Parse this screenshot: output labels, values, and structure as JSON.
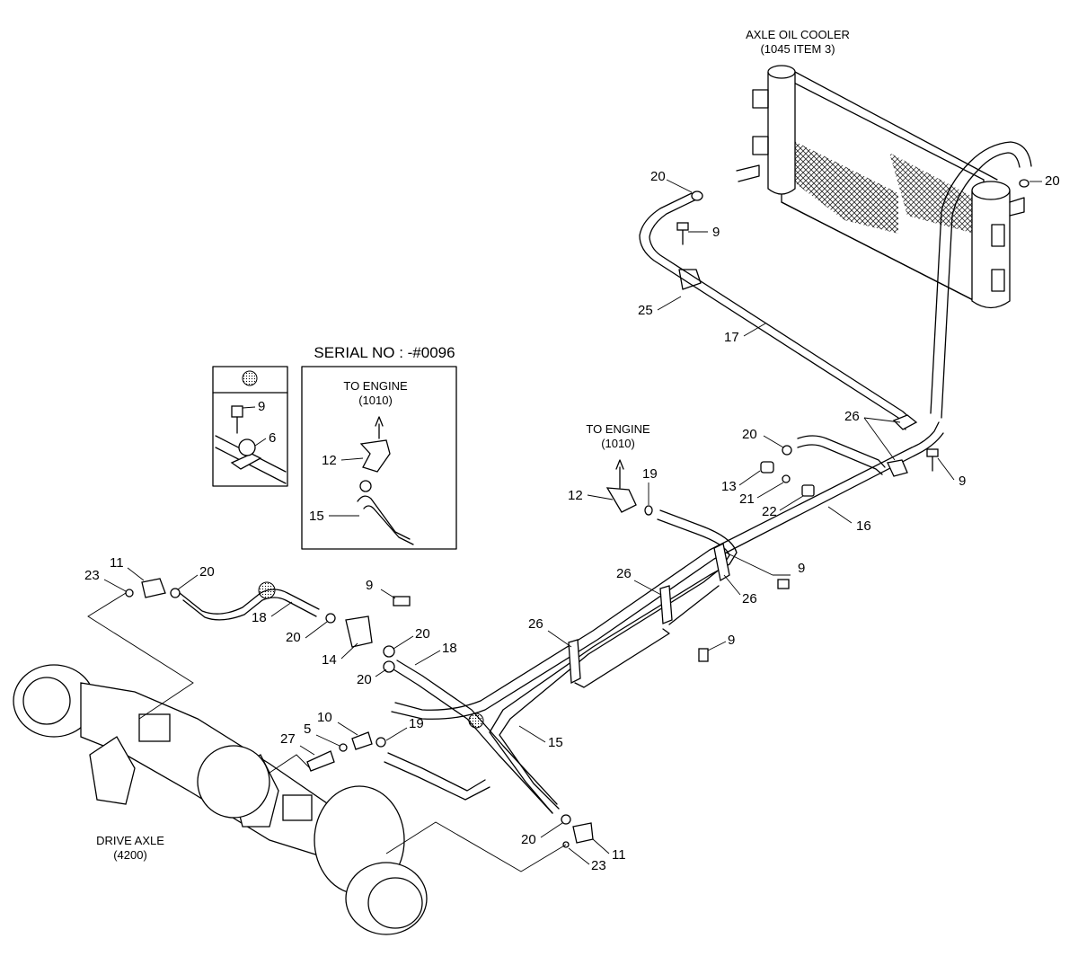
{
  "titles": {
    "axle_oil_cooler_line1": "AXLE OIL COOLER",
    "axle_oil_cooler_line2": "(1045 ITEM 3)",
    "serial_no": "SERIAL NO : -#0096",
    "to_engine_inset_line1": "TO ENGINE",
    "to_engine_inset_line2": "(1010)",
    "to_engine_main_line1": "TO ENGINE",
    "to_engine_main_line2": "(1010)",
    "drive_axle_line1": "DRIVE AXLE",
    "drive_axle_line2": "(4200)"
  },
  "callouts": {
    "c20_cooler_left": "20",
    "c20_cooler_right": "20",
    "c9_top": "9",
    "c25": "25",
    "c17": "17",
    "c26_top": "26",
    "c20_mid": "20",
    "c9_right": "9",
    "c13": "13",
    "c21": "21",
    "c22": "22",
    "c16": "16",
    "c12_main": "12",
    "c19_main": "19",
    "c9_inset": "9",
    "c6": "6",
    "c12_inset": "12",
    "c15_inset": "15",
    "c11_left": "11",
    "c23_left": "23",
    "c20_left": "20",
    "c18_left": "18",
    "c9_center": "9",
    "c20_center_a": "20",
    "c14": "14",
    "c20_center_b": "20",
    "c20_center_c": "20",
    "c18_center": "18",
    "c26_center": "26",
    "c9_clamp": "9",
    "c26_right_a": "26",
    "c26_right_b": "26",
    "c9_lower": "9",
    "c15_main": "15",
    "c10": "10",
    "c5": "5",
    "c27": "27",
    "c19_lower": "19",
    "c20_lower": "20",
    "c23_lower": "23",
    "c11_lower": "11"
  }
}
